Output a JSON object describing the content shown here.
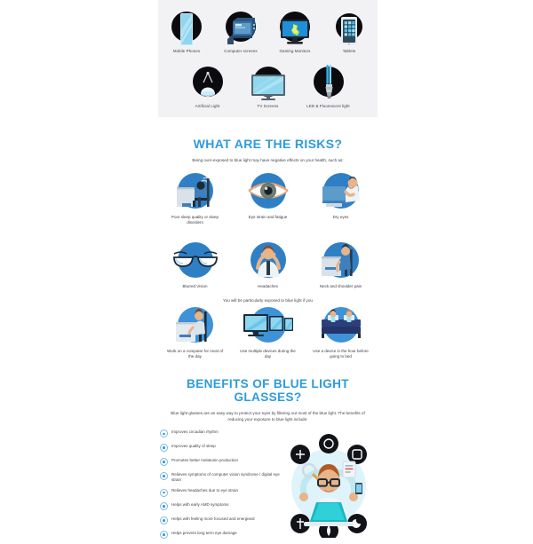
{
  "theme": {
    "accent": "#2e9bde",
    "banner_bg": "#f2f2f4",
    "body_text": "#43434e",
    "page_bg": "#ffffff",
    "dark_blob": "#0b0b0f",
    "blue_blob": "#2f7fc4"
  },
  "sources": {
    "row1": [
      {
        "label": "Mobile Phones",
        "icon": "mobile-phone-icon"
      },
      {
        "label": "Computer screens",
        "icon": "desktop-computer-icon"
      },
      {
        "label": "Gaming Monitors",
        "icon": "gaming-monitor-icon"
      },
      {
        "label": "Tablets",
        "icon": "tablet-icon"
      }
    ],
    "row2": [
      {
        "label": "Artificial Light",
        "icon": "ceiling-lamp-icon"
      },
      {
        "label": "TV Screens",
        "icon": "television-icon"
      },
      {
        "label": "LED & Fluorescent light",
        "icon": "fluorescent-bulb-icon"
      }
    ]
  },
  "risks": {
    "heading": "WHAT ARE THE RISKS?",
    "subtitle": "Being over-exposed to blue light may have negative effects on your health, such as:",
    "row1": [
      {
        "label": "Poor sleep quality or sleep disorders",
        "icon": "person-sleeping-at-desk-icon"
      },
      {
        "label": "Eye strain and fatigue",
        "icon": "eye-icon"
      },
      {
        "label": "Dry eyes",
        "icon": "person-rubbing-eyes-icon"
      }
    ],
    "row2": [
      {
        "label": "Blurred Vision",
        "icon": "eyeglasses-icon"
      },
      {
        "label": "Headaches",
        "icon": "person-with-headache-icon"
      },
      {
        "label": "Neck and shoulder pain",
        "icon": "person-at-desk-neck-pain-icon"
      }
    ]
  },
  "exposure": {
    "lead_in": "You will be particularly exposed to blue light if you",
    "items": [
      {
        "label": "Work on a computer for most of the day",
        "icon": "person-working-at-computer-icon"
      },
      {
        "label": "Use multiple devices during the day",
        "icon": "multiple-screens-icon"
      },
      {
        "label": "Use a device in the hour before going to bed",
        "icon": "couple-in-bed-with-devices-icon"
      }
    ]
  },
  "benefits": {
    "heading": "BENEFITS OF BLUE LIGHT GLASSES?",
    "subtitle": "Blue light glasses are an easy way to protect your eyes by filtering out most of the blue light. The benefits of reducing your exposure to blue light include:",
    "items": [
      "Improves circadian rhythm",
      "Improves quality of sleep",
      "Promotes better melatonin production",
      "Relieves symptoms of computer vision syndrome / digital eye strain",
      "Relieves headaches due to eye strain",
      "Helps with early AMD symptoms",
      "Helps with feeling more focused and energised",
      "Helps prevent long term eye damage"
    ],
    "illustration": "multitasking-person-with-glasses-icon"
  }
}
